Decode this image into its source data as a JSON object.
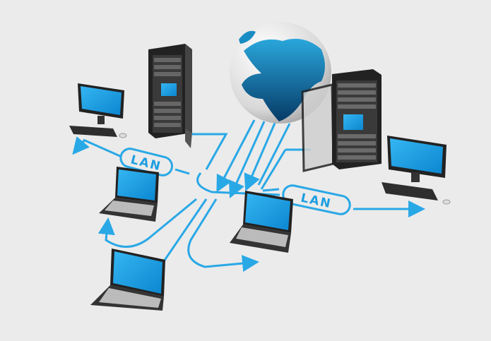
{
  "labels": {
    "lan_left": "LAN",
    "lan_right": "LAN"
  },
  "colors": {
    "background": "#ebebeb",
    "link": "#29a8e6",
    "screen": "#1aa0e8",
    "device": "#2b2b2b",
    "globe_ocean": "#f0f0f0",
    "globe_land": "#1a8cc4"
  },
  "devices": [
    "globe",
    "server-rack-left",
    "server-rack-right",
    "desktop-left",
    "desktop-right",
    "laptop-top-left",
    "laptop-center",
    "laptop-bottom-left"
  ]
}
